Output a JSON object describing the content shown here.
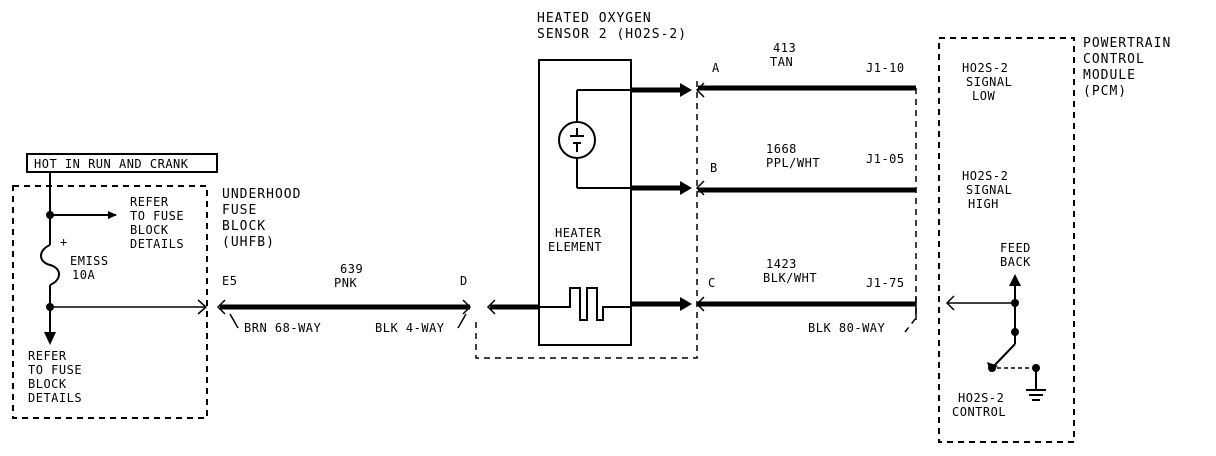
{
  "hot_in_run_label": "HOT IN RUN AND CRANK",
  "fuse_block": {
    "refer_top": [
      "REFER",
      "TO FUSE",
      "BLOCK",
      "DETAILS"
    ],
    "fuse_plus": "+",
    "fuse_name": "EMISS",
    "fuse_rating": "10A",
    "refer_bottom": [
      "REFER",
      "TO FUSE",
      "BLOCK",
      "DETAILS"
    ],
    "name_lines": [
      "UNDERHOOD",
      "FUSE",
      "BLOCK",
      "(UHFB)"
    ]
  },
  "sensor": {
    "title_lines": [
      "HEATED OXYGEN",
      "SENSOR 2 (HO2S-2)"
    ],
    "heater_lines": [
      "HEATER",
      "ELEMENT"
    ]
  },
  "connectors": {
    "e5": "E5",
    "d": "D",
    "brn": "BRN 68-WAY",
    "blk4": "BLK 4-WAY",
    "blk80": "BLK 80-WAY",
    "pin_a": "A",
    "pin_b": "B",
    "pin_c": "C"
  },
  "wires": {
    "w639": [
      "639",
      "PNK"
    ],
    "w413": [
      "413",
      "TAN"
    ],
    "w1668": [
      "1668",
      "PPL/WHT"
    ],
    "w1423": [
      "1423",
      "BLK/WHT"
    ],
    "j1_10": "J1-10",
    "j1_05": "J1-05",
    "j1_75": "J1-75"
  },
  "pcm": {
    "title_lines": [
      "POWERTRAIN",
      "CONTROL",
      "MODULE",
      "(PCM)"
    ],
    "signal_low": [
      "HO2S-2",
      "SIGNAL",
      "LOW"
    ],
    "signal_high": [
      "HO2S-2",
      "SIGNAL",
      "HIGH"
    ],
    "feedback": [
      "FEED",
      "BACK"
    ],
    "control": [
      "HO2S-2",
      "CONTROL"
    ]
  }
}
